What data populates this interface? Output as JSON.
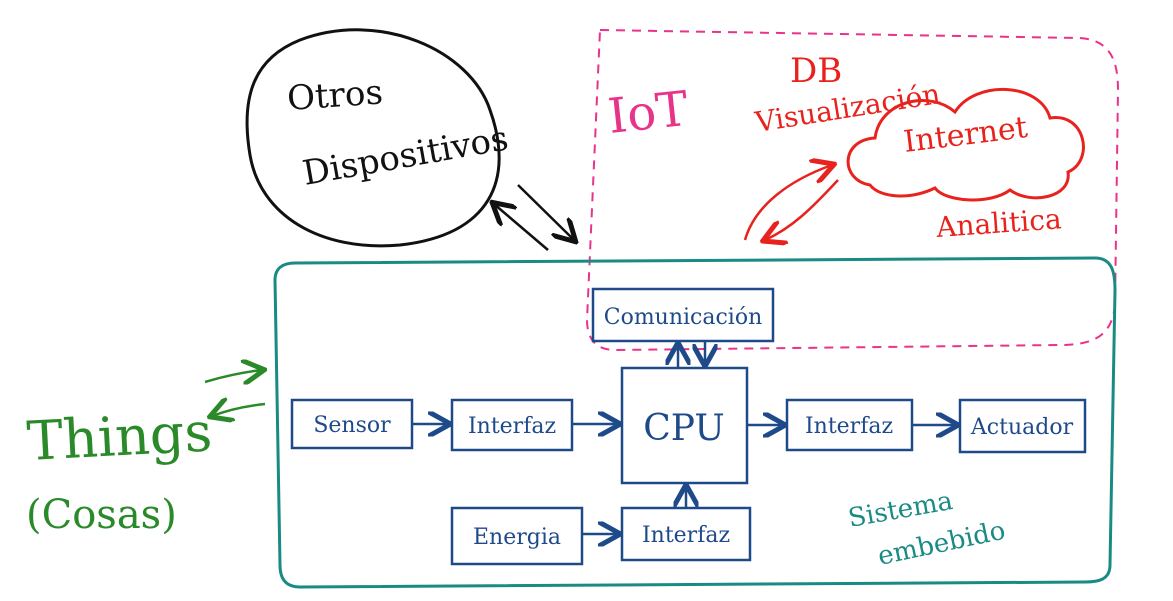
{
  "colors": {
    "background": "#ffffff",
    "black": "#111111",
    "iot_pink": "#e8338a",
    "internet_red": "#e8231e",
    "embedded_teal": "#1a8a85",
    "block_blue": "#1f4a8a",
    "things_green": "#2a8a2a"
  },
  "devices": {
    "line1": "Otros",
    "line2": "Dispositivos"
  },
  "iot": {
    "label": "IoT",
    "db_label": "DB",
    "visualization_label": "Visualización",
    "internet_label": "Internet",
    "analytics_label": "Analitica"
  },
  "things": {
    "line1": "Things",
    "line2": "(Cosas)"
  },
  "embedded": {
    "label_line1": "Sistema",
    "label_line2": "embebido",
    "blocks": {
      "communication": "Comunicación",
      "sensor": "Sensor",
      "interface_in": "Interfaz",
      "cpu": "CPU",
      "interface_out": "Interfaz",
      "actuator": "Actuador",
      "energy": "Energia",
      "interface_power": "Interfaz"
    }
  }
}
